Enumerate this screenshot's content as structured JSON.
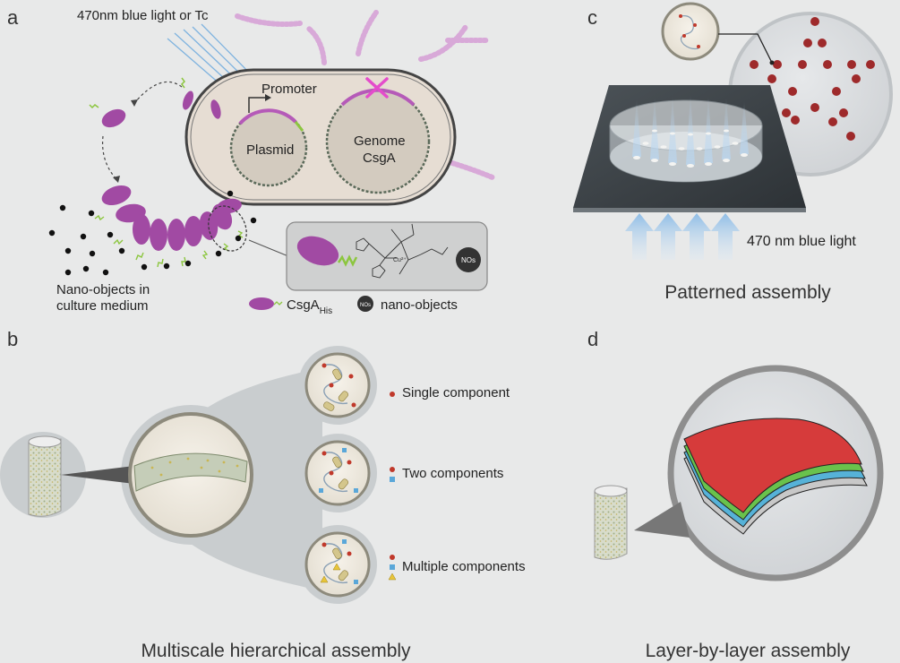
{
  "panels": {
    "a": {
      "letter": "a",
      "light_label": "470nm blue light or Tc",
      "promoter_label": "Promoter",
      "plasmid_label": "Plasmid",
      "genome_label_1": "Genome",
      "genome_label_2": "CsgA",
      "nano_label_1": "Nano-objects in",
      "nano_label_2": "culture medium",
      "legend_csga": "CsgA",
      "legend_csga_sub": "His",
      "legend_nos_badge": "NOs",
      "legend_nano": "nano-objects"
    },
    "b": {
      "letter": "b",
      "single": "Single component",
      "two": "Two components",
      "multiple": "Multiple components",
      "caption": "Multiscale hierarchical assembly"
    },
    "c": {
      "letter": "c",
      "light_label": "470 nm blue light",
      "caption": "Patterned assembly"
    },
    "d": {
      "letter": "d",
      "caption": "Layer-by-layer assembly"
    }
  },
  "colors": {
    "background": "#e8e9e9",
    "csga_purple": "#a14aa3",
    "his_green": "#8cc63f",
    "cell_fill": "#e6ddd3",
    "circle_beige": "#efebe2",
    "circle_rim": "#9d9886",
    "blue_arrow": "#9dc4e6",
    "nano_dot": "#111111",
    "red_dot": "#9e2a2b",
    "layer_red": "#d63b3b",
    "layer_green": "#69c24c",
    "layer_blue": "#56b2d8",
    "layer_gray": "#c8c8c8"
  }
}
